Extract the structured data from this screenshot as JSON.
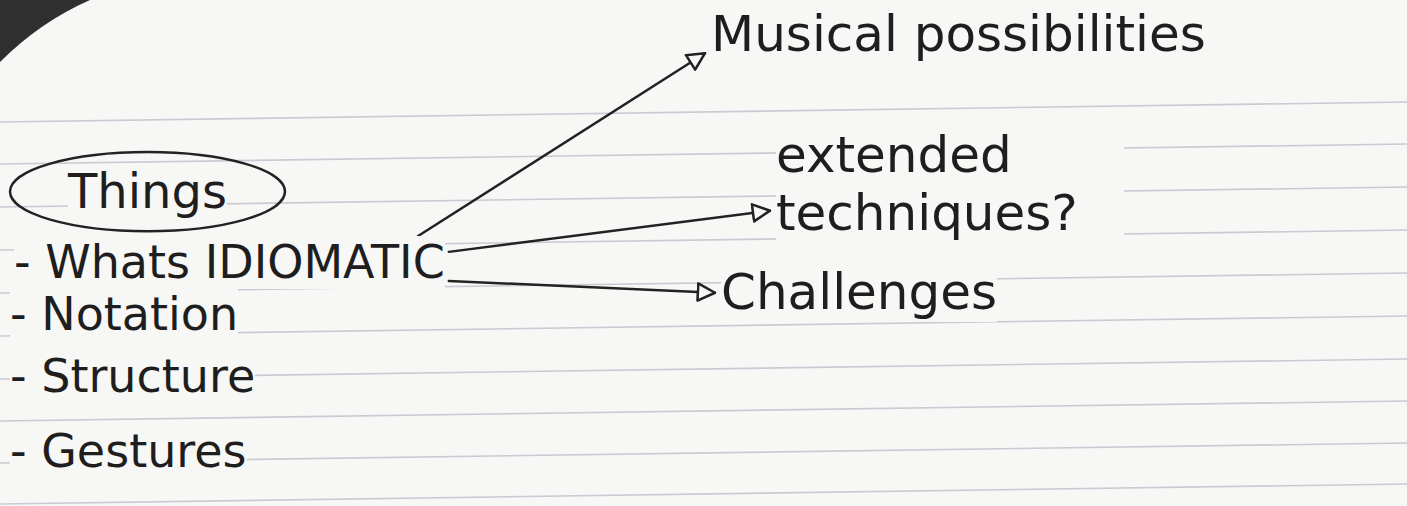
{
  "diagram": {
    "nodes": [
      {
        "text": [
          "Things"
        ]
      },
      {
        "text": [
          "- Whats IDIOMATIC"
        ]
      },
      {
        "text": [
          "Musical possibilities"
        ]
      },
      {
        "text": [
          "extended techniques?"
        ]
      },
      {
        "text": [
          "Challenges"
        ]
      }
    ],
    "edges": [
      {
        "from": 1,
        "to": 2,
        "arrow": "to"
      },
      {
        "from": 1,
        "to": 3,
        "arrow": "to"
      },
      {
        "from": 1,
        "to": 4,
        "arrow": "to"
      }
    ],
    "labels": [
      "- Notation",
      "- Structure",
      "- Gestures"
    ]
  }
}
